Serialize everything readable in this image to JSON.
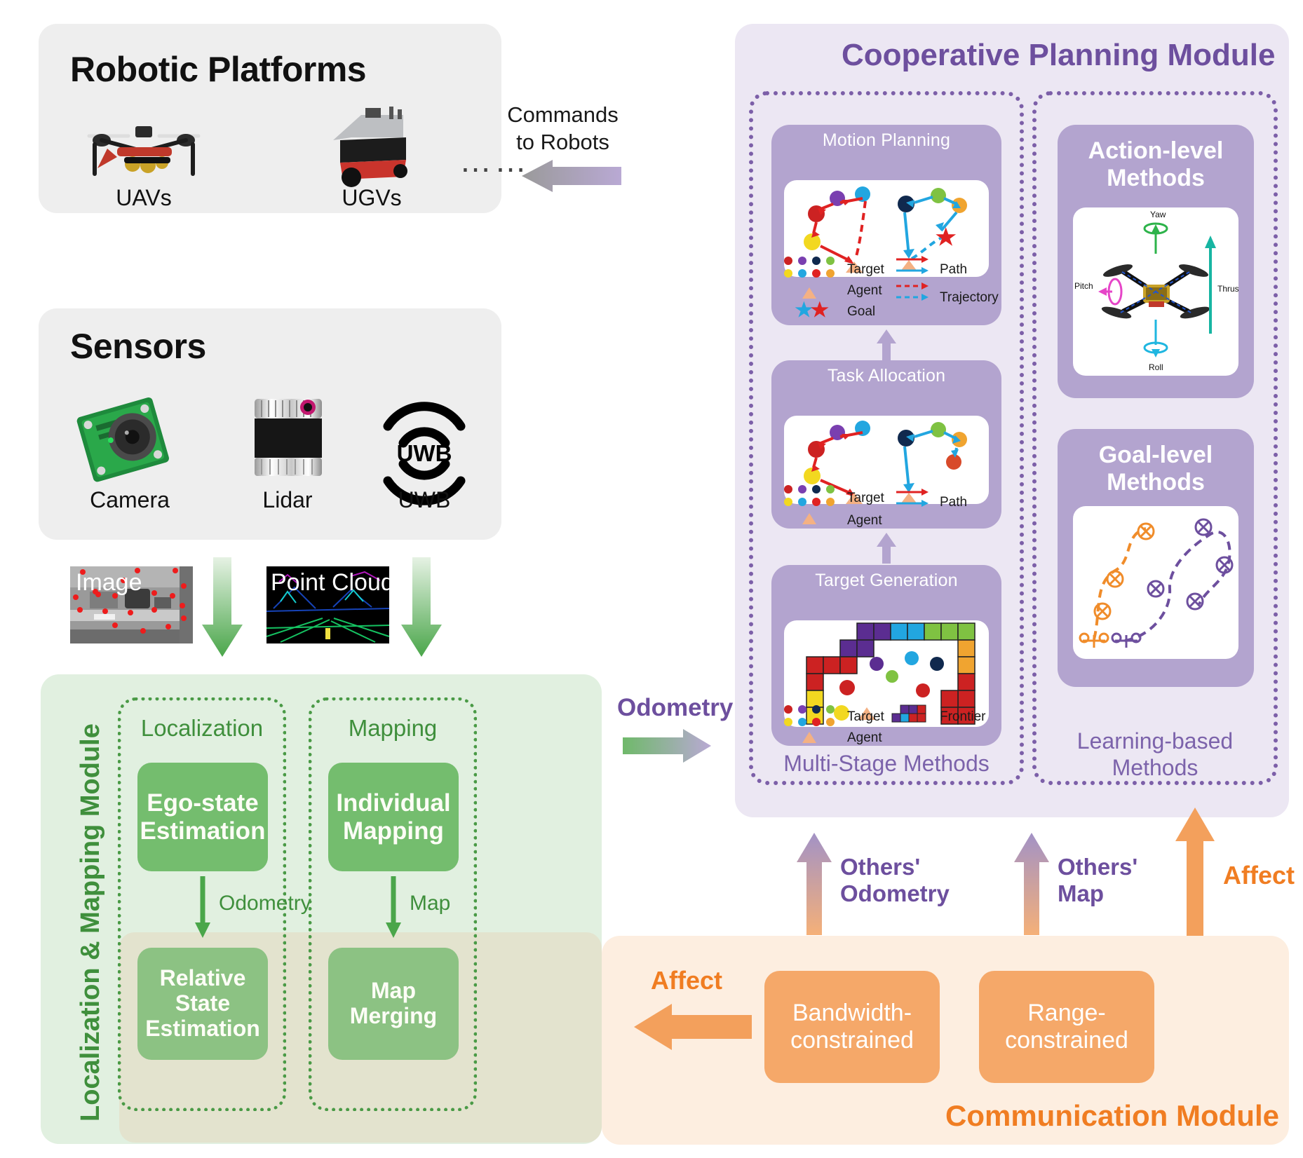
{
  "robotic_platforms": {
    "title": "Robotic Platforms",
    "items": [
      {
        "label": "UAVs",
        "icon": "quadrotor-icon"
      },
      {
        "label": "UGVs",
        "icon": "ground-robot-icon"
      }
    ],
    "ellipsis": "……"
  },
  "sensors": {
    "title": "Sensors",
    "items": [
      {
        "label": "Camera",
        "icon": "camera-module-icon"
      },
      {
        "label": "Lidar",
        "icon": "lidar-icon"
      },
      {
        "label": "UWB",
        "icon": "uwb-icon"
      }
    ]
  },
  "data_thumbs": [
    {
      "label": "Image"
    },
    {
      "label": "Point Cloud"
    }
  ],
  "commands_arrow": {
    "label_line1": "Commands",
    "label_line2": "to Robots"
  },
  "localization_module": {
    "vertical_title": "Localization & Mapping Module",
    "columns": [
      {
        "heading": "Localization",
        "top_box": "Ego-state\nEstimation",
        "arrow_label": "Odometry",
        "bottom_box": "Relative State\nEstimation"
      },
      {
        "heading": "Mapping",
        "top_box": "Individual\nMapping",
        "arrow_label": "Map",
        "bottom_box": "Map\nMerging"
      }
    ]
  },
  "odometry_arrow": {
    "label": "Odometry"
  },
  "planning_module": {
    "title": "Cooperative Planning Module",
    "multi_stage": {
      "footer": "Multi-Stage Methods",
      "stages": [
        {
          "title": "Motion Planning",
          "legend": [
            {
              "symbol": "dots",
              "label": "Target"
            },
            {
              "symbol": "triangle",
              "label": "Agent"
            },
            {
              "symbol": "stars",
              "label": "Goal"
            },
            {
              "symbol": "solid-arrows",
              "label": "Path"
            },
            {
              "symbol": "dashed-arrows",
              "label": "Trajectory"
            }
          ]
        },
        {
          "title": "Task Allocation",
          "legend": [
            {
              "symbol": "dots",
              "label": "Target"
            },
            {
              "symbol": "triangle",
              "label": "Agent"
            },
            {
              "symbol": "solid-arrows",
              "label": "Path"
            }
          ]
        },
        {
          "title": "Target Generation",
          "legend": [
            {
              "symbol": "dots",
              "label": "Target"
            },
            {
              "symbol": "triangle",
              "label": "Agent"
            },
            {
              "symbol": "blocks",
              "label": "Frontier"
            }
          ]
        }
      ]
    },
    "learning_based": {
      "footer": "Learning-based\nMethods",
      "cards": [
        {
          "title": "Action-level\nMethods",
          "axis_labels": [
            "Yaw",
            "Pitch",
            "Roll",
            "Thrust"
          ]
        },
        {
          "title": "Goal-level\nMethods",
          "axis_labels": []
        }
      ]
    }
  },
  "interconnect_arrows": [
    {
      "label": "Others'\nOdometry",
      "color": "#8a74b8"
    },
    {
      "label": "Others'\nMap",
      "color": "#8a74b8"
    },
    {
      "label": "Affect",
      "color": "#f3a05c"
    },
    {
      "label": "Affect",
      "color": "#f3a05c"
    }
  ],
  "communication_module": {
    "title": "Communication Module",
    "boxes": [
      {
        "label": "Bandwidth-\nconstrained"
      },
      {
        "label": "Range-\nconstrained"
      }
    ]
  },
  "colors": {
    "green_dark": "#3f8f3c",
    "green_box": "#74bd6e",
    "purple": "#6d4f9e",
    "purple_card": "#b3a4cf",
    "orange": "#f07d22",
    "orange_box": "#f5a869",
    "panel_grey": "#eeeeee"
  }
}
